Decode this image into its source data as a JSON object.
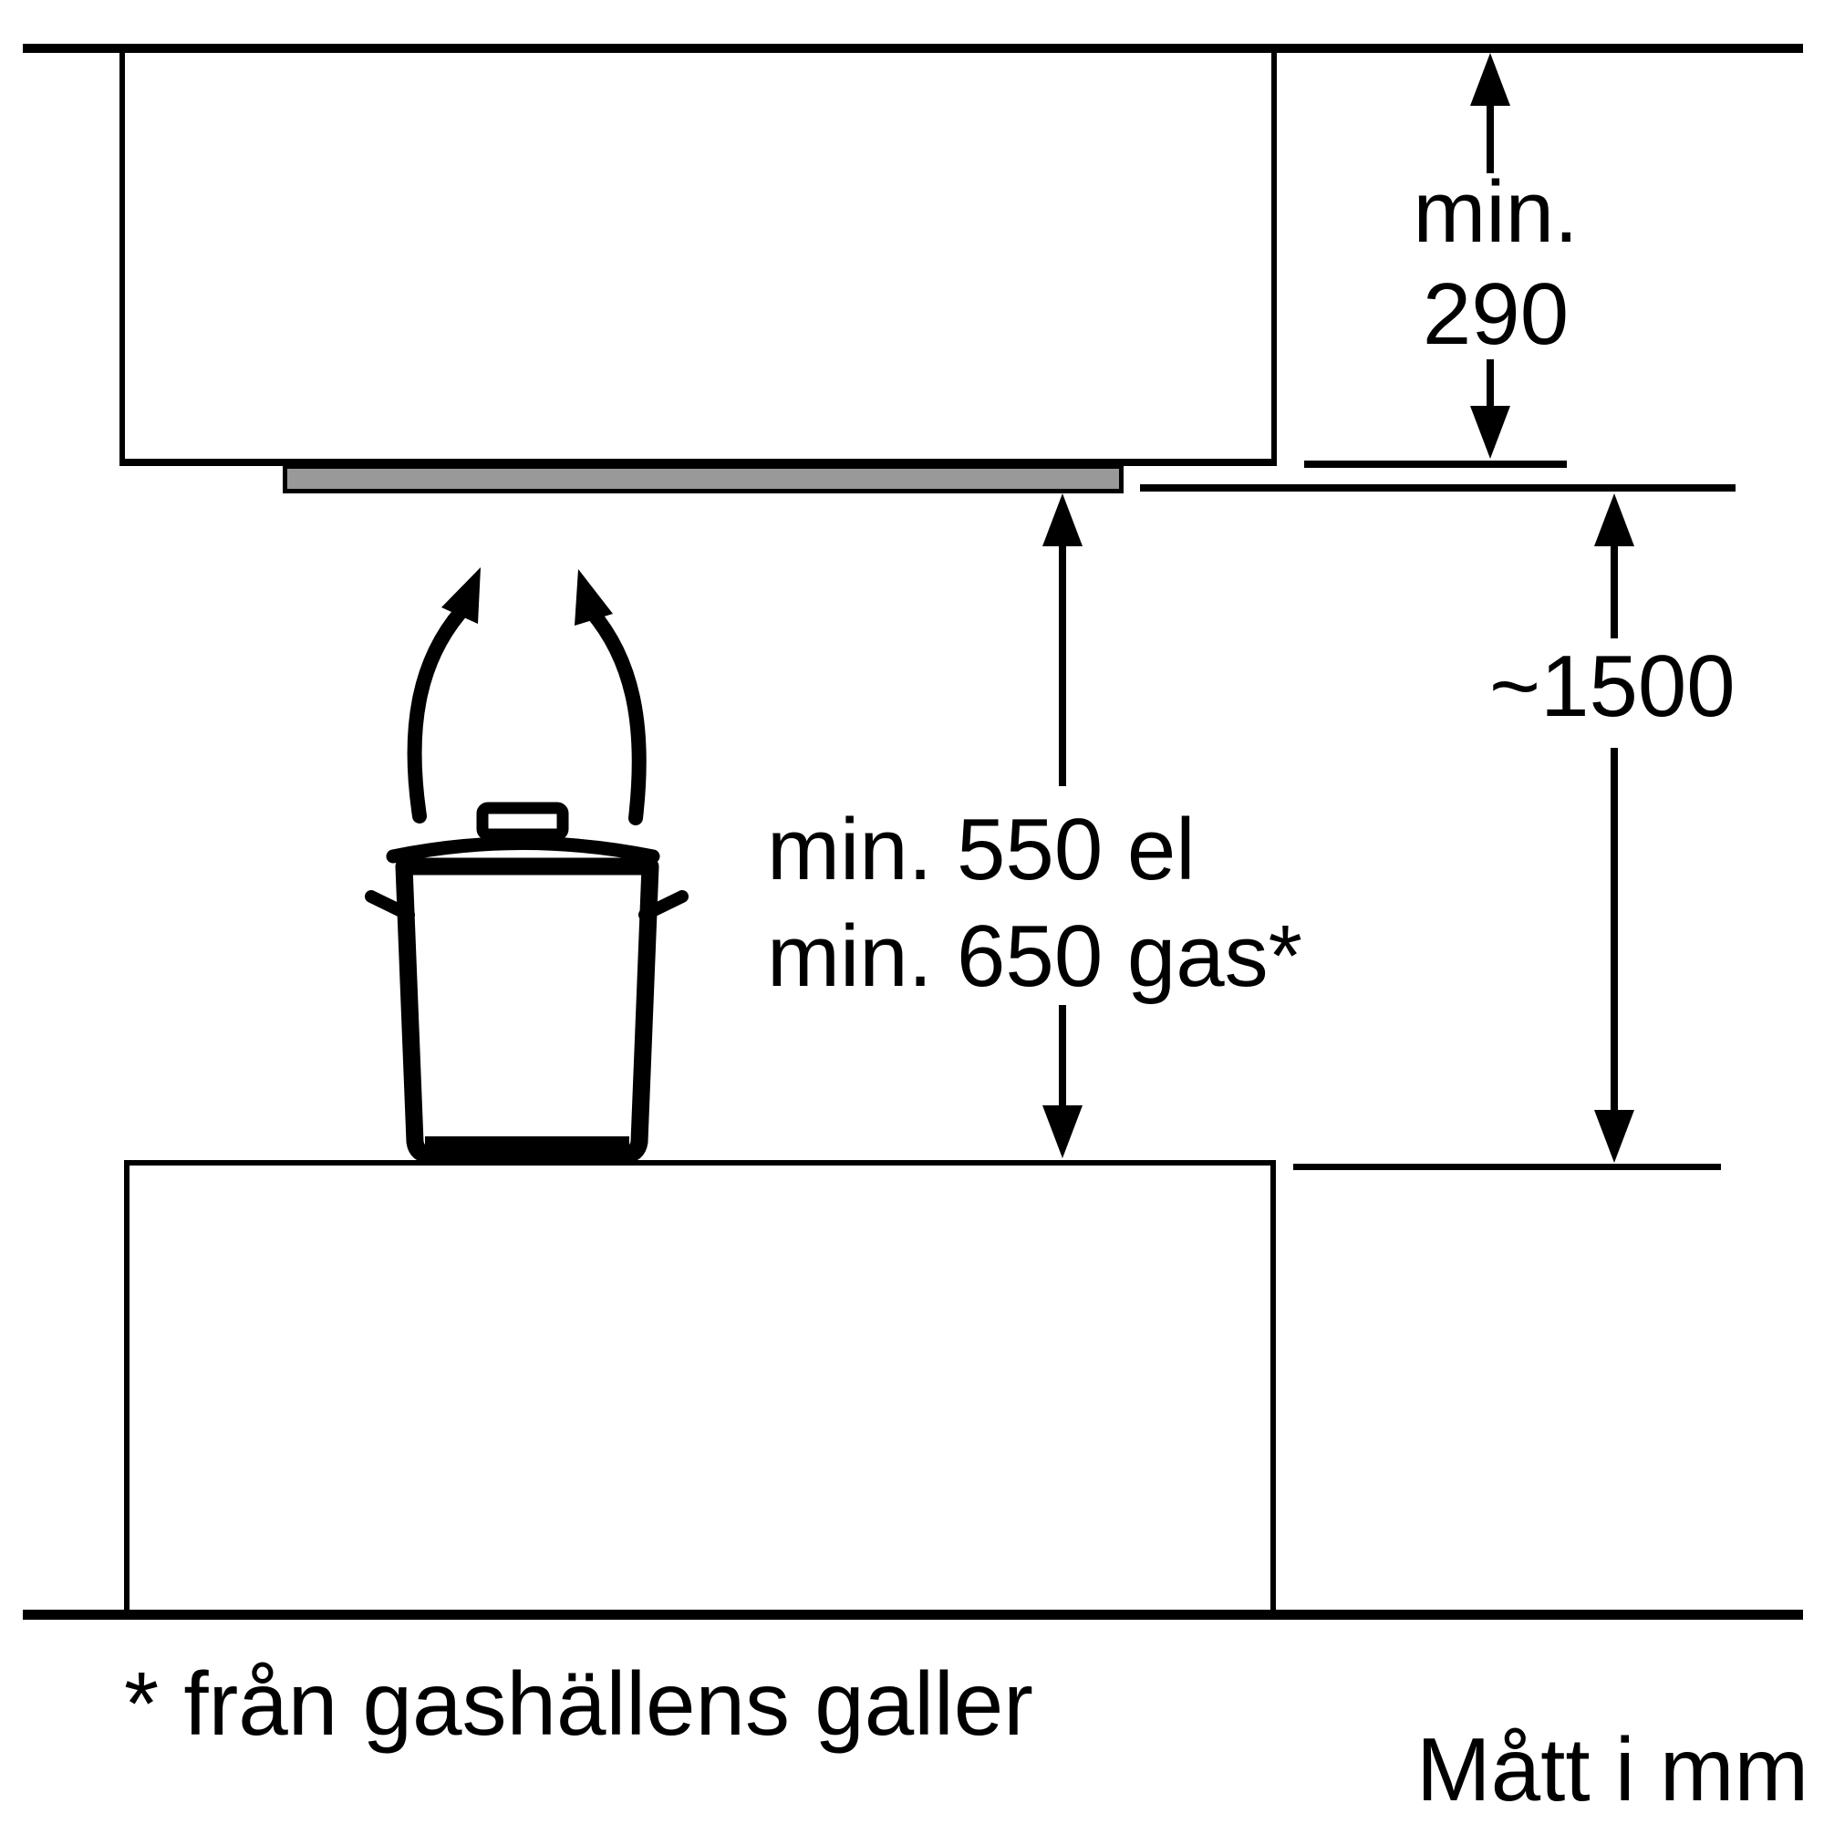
{
  "diagram": {
    "title_domain": "hood-installation-clearance-diagram",
    "colors": {
      "line": "#000000",
      "hood_fill": "#999999",
      "background": "#ffffff"
    },
    "dim_min290": {
      "line1": "min.",
      "line2": "290"
    },
    "dim_1500": {
      "label": "~1500"
    },
    "dim_min550": {
      "line1": "min. 550 el",
      "line2": "min. 650 gas*"
    },
    "footnote": {
      "label": "* från gashällens galler"
    },
    "units": {
      "label": "Mått i mm"
    },
    "icons": {
      "steam_left": "steam-arrow-up-icon",
      "steam_right": "steam-arrow-up-icon",
      "pot": "cooking-pot-icon",
      "dim_arrows": "double-headed-dimension-arrow-icon"
    }
  }
}
